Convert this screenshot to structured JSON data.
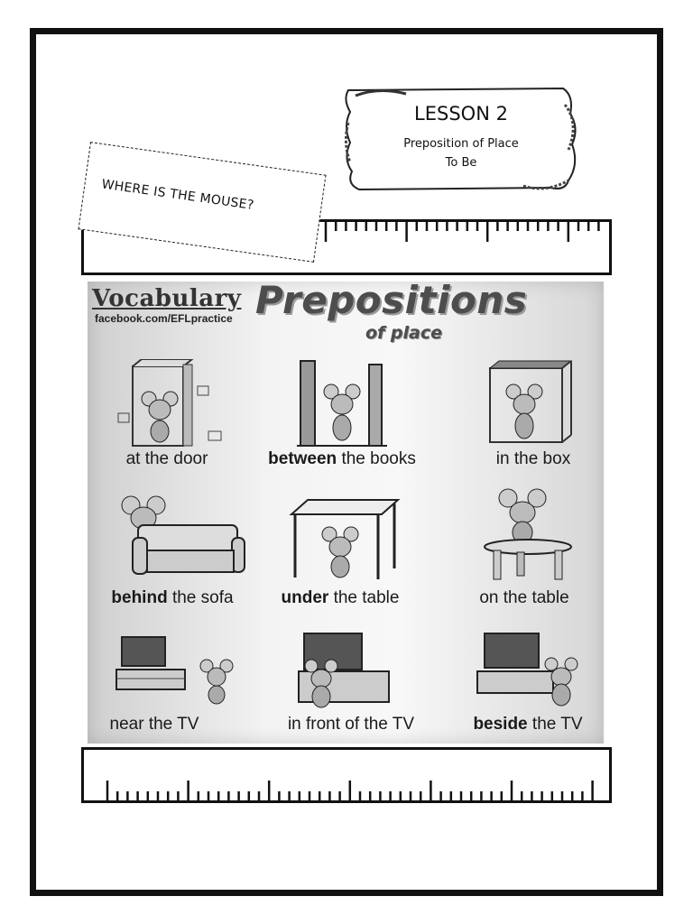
{
  "lesson": {
    "title": "LESSON 2",
    "subtitle_line1": "Preposition of Place",
    "subtitle_line2": "To Be"
  },
  "question": "WHERE IS THE MOUSE?",
  "poster": {
    "vocab_title": "Vocabulary",
    "site": "facebook.com/EFLpractice",
    "title": "Prepositions",
    "subtitle": "of place",
    "items": [
      {
        "bold": "",
        "rest": "at the door"
      },
      {
        "bold": "between",
        "rest": " the books"
      },
      {
        "bold": "",
        "rest": "in the box"
      },
      {
        "bold": "behind",
        "rest": " the sofa"
      },
      {
        "bold": "under",
        "rest": " the table"
      },
      {
        "bold": "",
        "rest": "on the table"
      },
      {
        "bold": "",
        "rest": "near the TV"
      },
      {
        "bold": "",
        "rest": "in front of the TV"
      },
      {
        "bold": "beside",
        "rest": " the TV"
      }
    ]
  }
}
